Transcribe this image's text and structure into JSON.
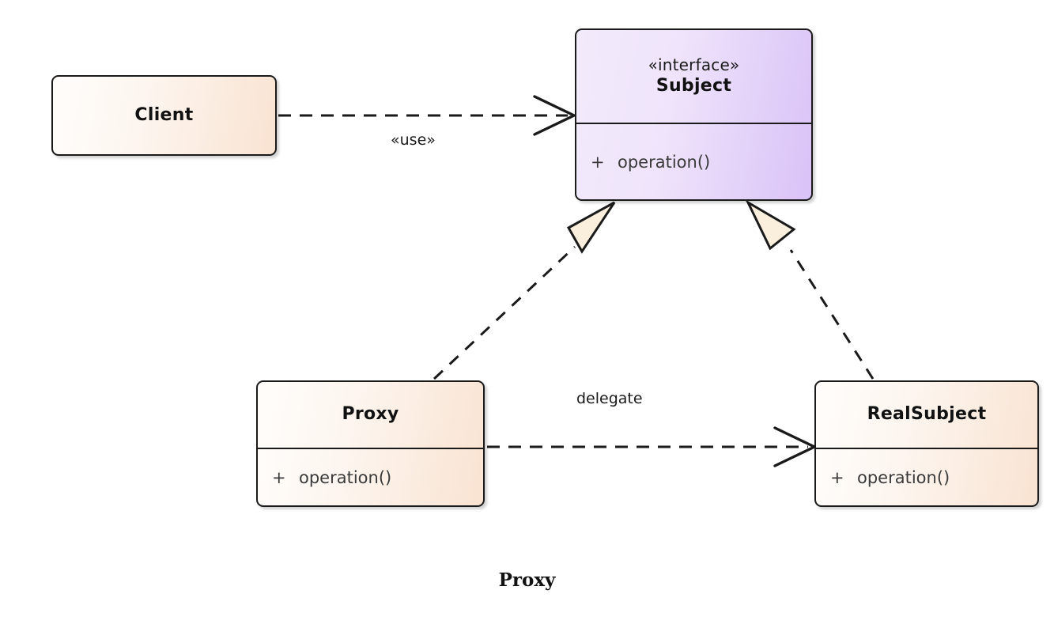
{
  "diagram": {
    "title": "Proxy",
    "caption": "Proxy",
    "type": "uml-class-diagram",
    "background_color": "#ffffff",
    "colors": {
      "class_fill_start": "#fffdfb",
      "class_fill_end": "#f9e3d2",
      "interface_fill_start": "#f3eafb",
      "interface_fill_end": "#d9c2f7",
      "border": "#1a1a1a",
      "triangle_fill": "#faefdd",
      "text": "#1a1a1a"
    },
    "classes": [
      {
        "id": "client",
        "name": "Client",
        "stereotype": "",
        "kind": "class",
        "members": []
      },
      {
        "id": "subject",
        "name": "Subject",
        "stereotype": "«interface»",
        "kind": "interface",
        "members": [
          {
            "visibility": "+",
            "name": "operation()"
          }
        ]
      },
      {
        "id": "proxy",
        "name": "Proxy",
        "stereotype": "",
        "kind": "class",
        "members": [
          {
            "visibility": "+",
            "name": "operation()"
          }
        ]
      },
      {
        "id": "realsubject",
        "name": "RealSubject",
        "stereotype": "",
        "kind": "class",
        "members": [
          {
            "visibility": "+",
            "name": "operation()"
          }
        ]
      }
    ],
    "relationships": [
      {
        "id": "client-uses-subject",
        "from": "client",
        "to": "subject",
        "type": "dependency",
        "line": "dashed",
        "arrowhead": "open",
        "label": "«use»"
      },
      {
        "id": "proxy-realizes-subject",
        "from": "proxy",
        "to": "subject",
        "type": "realization",
        "line": "dashed",
        "arrowhead": "hollow-triangle",
        "label": ""
      },
      {
        "id": "realsubject-realizes-subject",
        "from": "realsubject",
        "to": "subject",
        "type": "realization",
        "line": "dashed",
        "arrowhead": "hollow-triangle",
        "label": ""
      },
      {
        "id": "proxy-delegates-realsubject",
        "from": "proxy",
        "to": "realsubject",
        "type": "dependency",
        "line": "dashed",
        "arrowhead": "open",
        "label": "delegate"
      }
    ]
  }
}
